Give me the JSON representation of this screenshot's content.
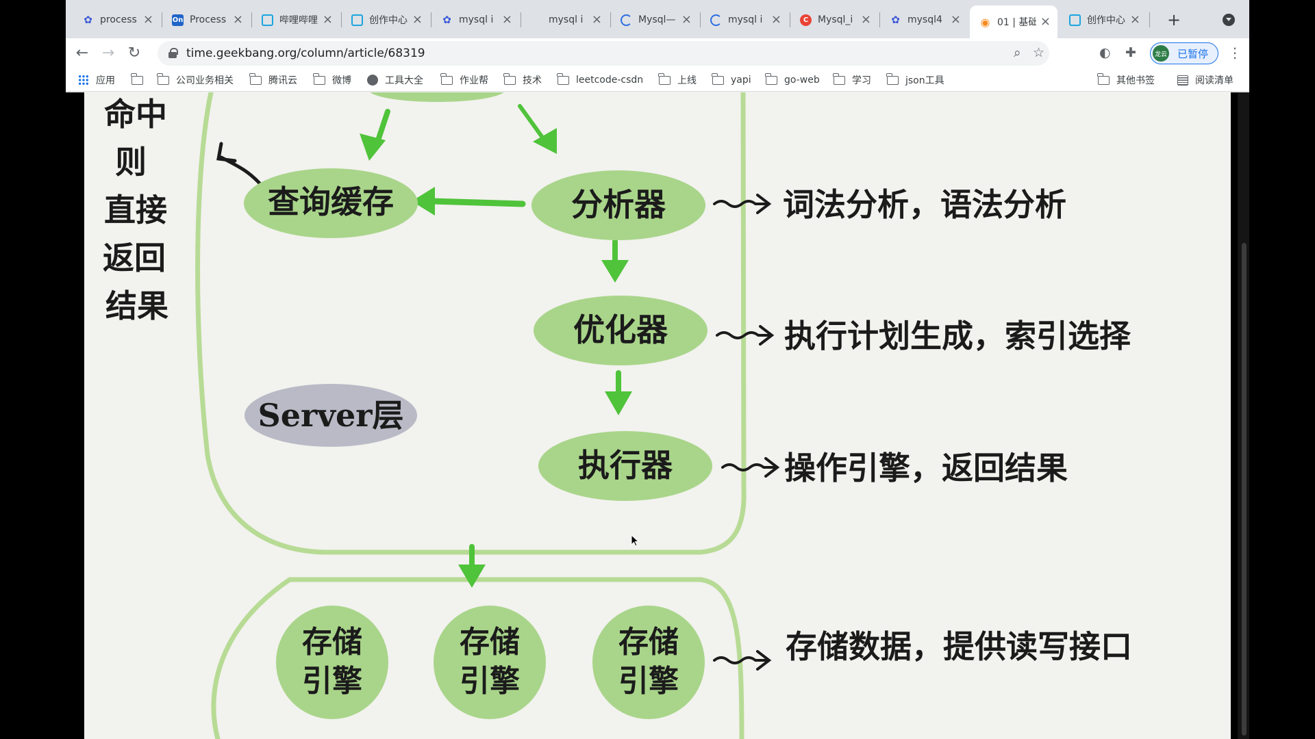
{
  "tabs": [
    {
      "title": "process",
      "icon": "baidu-paw-icon"
    },
    {
      "title": "Process",
      "icon": "on-logo-icon"
    },
    {
      "title": "哔哩哔哩",
      "icon": "bilibili-icon"
    },
    {
      "title": "创作中心",
      "icon": "bilibili-icon"
    },
    {
      "title": "mysql i",
      "icon": "baidu-paw-icon"
    },
    {
      "title": "mysql i",
      "icon": "blank-page-icon"
    },
    {
      "title": "Mysql—",
      "icon": "loading-ring-icon"
    },
    {
      "title": "mysql i",
      "icon": "loading-ring-icon"
    },
    {
      "title": "Mysql_i",
      "icon": "csdn-c-icon"
    },
    {
      "title": "mysql4",
      "icon": "baidu-paw-icon"
    },
    {
      "title": "01 | 基础",
      "icon": "geekbang-icon",
      "active": true
    },
    {
      "title": "创作中心",
      "icon": "bilibili-icon"
    }
  ],
  "address": {
    "url": "time.geekbang.org/column/article/68319"
  },
  "profile": {
    "avatar_text": "龙云",
    "label": "已暂停"
  },
  "bookmarks": {
    "apps": "应用",
    "items": [
      "公司业务相关",
      "腾讯云",
      "微博",
      "工具大全",
      "作业帮",
      "技术",
      "leetcode-csdn",
      "上线",
      "yapi",
      "go-web",
      "学习",
      "json工具"
    ],
    "others": "其他书签",
    "reading_list": "阅读清单"
  },
  "diagram": {
    "side_note": [
      "命中",
      "则",
      "直接",
      "返回",
      "结果"
    ],
    "query_cache": "查询缓存",
    "analyzer": "分析器",
    "optimizer": "优化器",
    "executor": "执行器",
    "server_layer": "Server层",
    "storage_engine": [
      "存储",
      "引擎"
    ],
    "analyzer_desc": "词法分析，语法分析",
    "optimizer_desc": "执行计划生成，索引选择",
    "executor_desc": "操作引擎，返回结果",
    "storage_desc": "存储数据，提供读写接口",
    "colors": {
      "node": "#a9d58a",
      "outline": "#b7db95",
      "arrow": "#4fc33a",
      "server_tag": "#b9bac6"
    }
  }
}
